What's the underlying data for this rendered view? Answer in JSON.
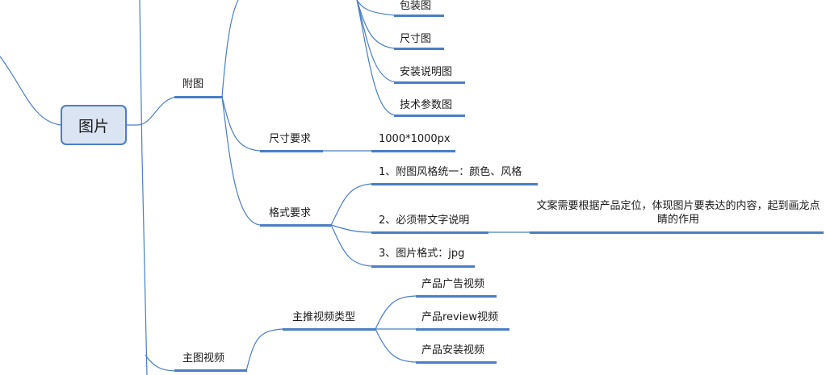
{
  "root": {
    "label": "图片"
  },
  "branches": {
    "fu_tu": {
      "label": "附图",
      "children": {
        "bao_zhuang": "包装图",
        "chi_cun": "尺寸图",
        "an_zhuang": "安装说明图",
        "ji_shu": "技术参数图"
      },
      "size_req": {
        "label": "尺寸要求",
        "value": "1000*1000px"
      },
      "format_req": {
        "label": "格式要求",
        "items": {
          "item1": "1、附图风格统一：颜色、风格",
          "item2": "2、必须带文字说明",
          "item3": "3、图片格式：jpg"
        },
        "note": "文案需要根据产品定位，体现图片要表达的内容，起到画龙点睛的作用"
      }
    },
    "zhu_tu_video": {
      "label": "主图视频",
      "video_types": {
        "label": "主推视频类型",
        "items": {
          "ad": "产品广告视频",
          "review": "产品review视频",
          "install": "产品安装视频"
        }
      }
    }
  },
  "colors": {
    "line": "#4a7ec6",
    "root_fill": "#dae4f3",
    "root_border": "#4a7ec6"
  }
}
